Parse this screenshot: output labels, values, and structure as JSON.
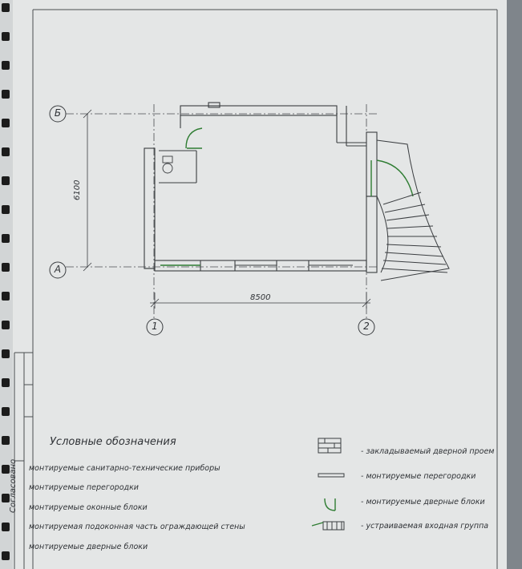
{
  "drawing": {
    "axes": {
      "letter_top": "Б",
      "letter_bottom": "А",
      "num_left": "1",
      "num_right": "2"
    },
    "dims": {
      "horizontal": "8500",
      "vertical": "6100"
    }
  },
  "stamp": {
    "label": "Согласовано"
  },
  "legend": {
    "title": "Условные обозначения",
    "left_items": [
      "монтируемые санитарно-технические приборы",
      "монтируемые перегородки",
      "монтируемые оконные блоки",
      "монтируемая подоконная часть ограждающей стены",
      "монтируемые дверные блоки"
    ],
    "right_items": [
      "- закладываемый дверной проем",
      "- монтируемые перегородки",
      "- монтируемые дверные блоки",
      "- устраиваемая входная группа"
    ]
  },
  "colors": {
    "paper": "#e4e6e6",
    "ink": "#3a3d40",
    "green": "#2f7d33"
  }
}
